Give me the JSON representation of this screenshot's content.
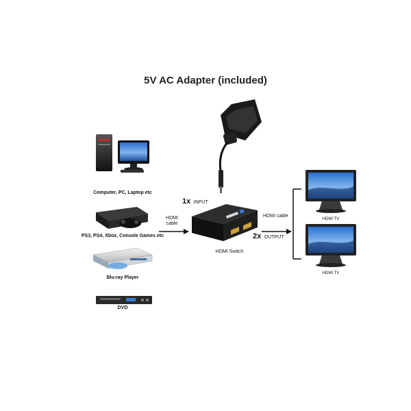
{
  "diagram": {
    "title": "5V AC Adapter (included)",
    "sources": [
      {
        "label": "Computer, PC, Laptop etc",
        "icon": "computer-icon"
      },
      {
        "label": "PS3, PS4, Xbox, Console Games etc",
        "icon": "game-console-icon"
      },
      {
        "label": "Blu-ray Player",
        "icon": "bluray-player-icon"
      },
      {
        "label": "DVD",
        "icon": "dvd-player-icon"
      }
    ],
    "input_cable_label": {
      "line1": "HDMI",
      "line2": "cable"
    },
    "input_count": "1x",
    "input_label": "INPUT",
    "device_label": "HDMI Switch",
    "output_cable_label": "HDMI cable",
    "output_count": "2x",
    "output_label": "OUTPUT",
    "outputs": [
      {
        "label": "HDMI TV",
        "icon": "tv-icon"
      },
      {
        "label": "HDMI TV",
        "icon": "tv-icon"
      }
    ]
  }
}
